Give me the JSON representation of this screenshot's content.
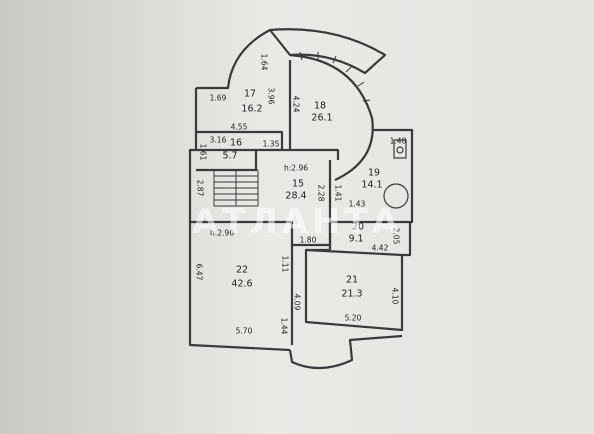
{
  "rooms": [
    {
      "id": "17",
      "number": "17",
      "area": "16.2"
    },
    {
      "id": "18",
      "number": "18",
      "area": "26.1"
    },
    {
      "id": "16",
      "number": "16",
      "area": "5.7"
    },
    {
      "id": "15",
      "number": "15",
      "area": "28.4"
    },
    {
      "id": "19",
      "number": "19",
      "area": "14.1"
    },
    {
      "id": "20",
      "number": "20",
      "area": "9.1"
    },
    {
      "id": "21",
      "number": "21",
      "area": "21.3"
    },
    {
      "id": "22",
      "number": "22",
      "area": "42.6"
    }
  ],
  "dimensions": {
    "d_1_64": "1.64",
    "d_3_96": "3.96",
    "d_1_69": "1.69",
    "d_4_24": "4.24",
    "d_4_55": "4.55",
    "d_3_16": "3.16",
    "d_1_61": "1.61",
    "d_1_35": "1.35",
    "d_1_48": "1.48",
    "d_h2_96": "h:2.96",
    "d_2_87": "2.87",
    "d_2_28": "2.28",
    "d_1_41": "1.41",
    "d_1_43": "1.43",
    "d_h2_96b": "h:2.96",
    "d_1_80": "1.80",
    "d_4_42": "4.42",
    "d_2_05": "2.05",
    "d_1_11": "1.11",
    "d_6_47": "6.47",
    "d_4_09": "4.09",
    "d_4_10": "4.10",
    "d_1_44": "1.44",
    "d_5_70": "5.70",
    "d_5_20": "5.20"
  },
  "watermark": "АТЛАНТА"
}
